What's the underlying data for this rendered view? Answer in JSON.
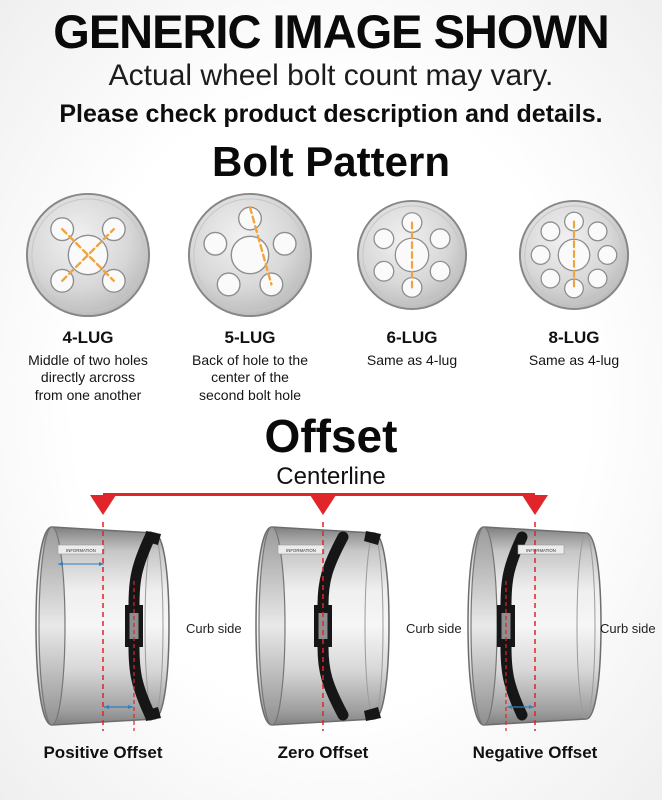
{
  "header": {
    "title": "GENERIC IMAGE SHOWN",
    "subtitle": "Actual wheel bolt count may vary.",
    "note": "Please check product description and details."
  },
  "bolt_pattern": {
    "title": "Bolt Pattern",
    "items": [
      {
        "label": "4-LUG",
        "description": "Middle of two holes directly arcross from one another"
      },
      {
        "label": "5-LUG",
        "description": "Back of hole to the center of the second bolt hole"
      },
      {
        "label": "6-LUG",
        "description": "Same as 4-lug"
      },
      {
        "label": "8-LUG",
        "description": "Same as 4-lug"
      }
    ]
  },
  "offset": {
    "title": "Offset",
    "centerline_label": "Centerline",
    "curb_side_label": "Curb side",
    "rim_strip_label": "INFORMATION",
    "items": [
      {
        "label": "Positive Offset"
      },
      {
        "label": "Zero Offset"
      },
      {
        "label": "Negative Offset"
      }
    ]
  },
  "colors": {
    "accent_red": "#e0252b",
    "dash_orange": "#f2a33c",
    "arrow_blue": "#2f7fc1",
    "wheel_gray": "#c9c9c9",
    "text": "#111111"
  }
}
